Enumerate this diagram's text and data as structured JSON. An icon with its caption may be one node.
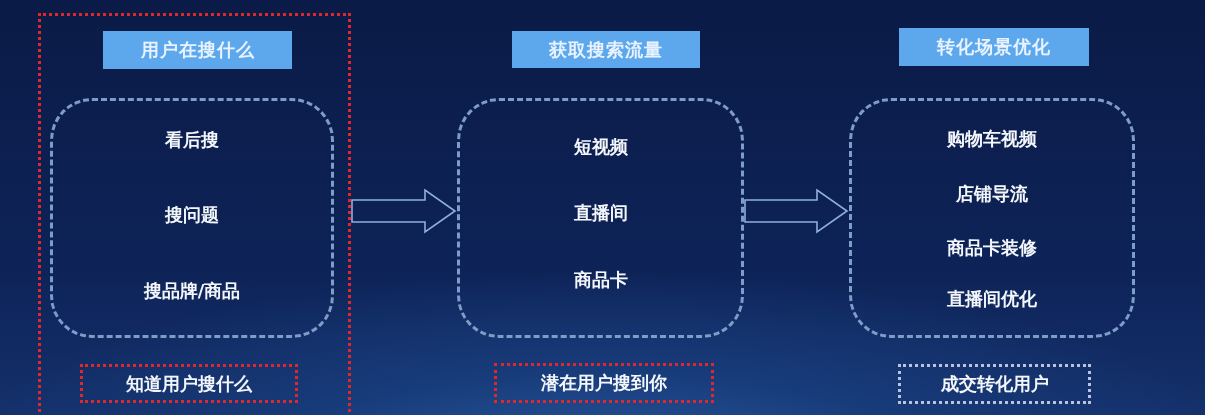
{
  "diagram": {
    "nodes": [
      {
        "text": [],
        "shape": "box"
      },
      {
        "text": [
          "用户在搜什么"
        ],
        "in": 0
      },
      {
        "text": [
          "看后搜",
          "搜问题",
          "搜品牌/商品"
        ],
        "in": 0
      },
      {
        "text": [
          "知道用户搜什么"
        ],
        "in": 0
      },
      {
        "text": [
          "获取搜索流量"
        ]
      },
      {
        "text": [
          "短视频",
          "直播间",
          "商品卡"
        ]
      },
      {
        "text": [
          "潜在用户搜到你"
        ]
      },
      {
        "text": [
          "转化场景优化"
        ]
      },
      {
        "text": [
          "购物车视频",
          "店铺导流",
          "商品卡装修",
          "直播间优化"
        ]
      },
      {
        "text": [
          "成交转化用户"
        ]
      }
    ],
    "edges": [
      {
        "from": 0,
        "to": 5,
        "arrow": "to"
      },
      {
        "from": 5,
        "to": 8,
        "arrow": "to"
      }
    ]
  }
}
